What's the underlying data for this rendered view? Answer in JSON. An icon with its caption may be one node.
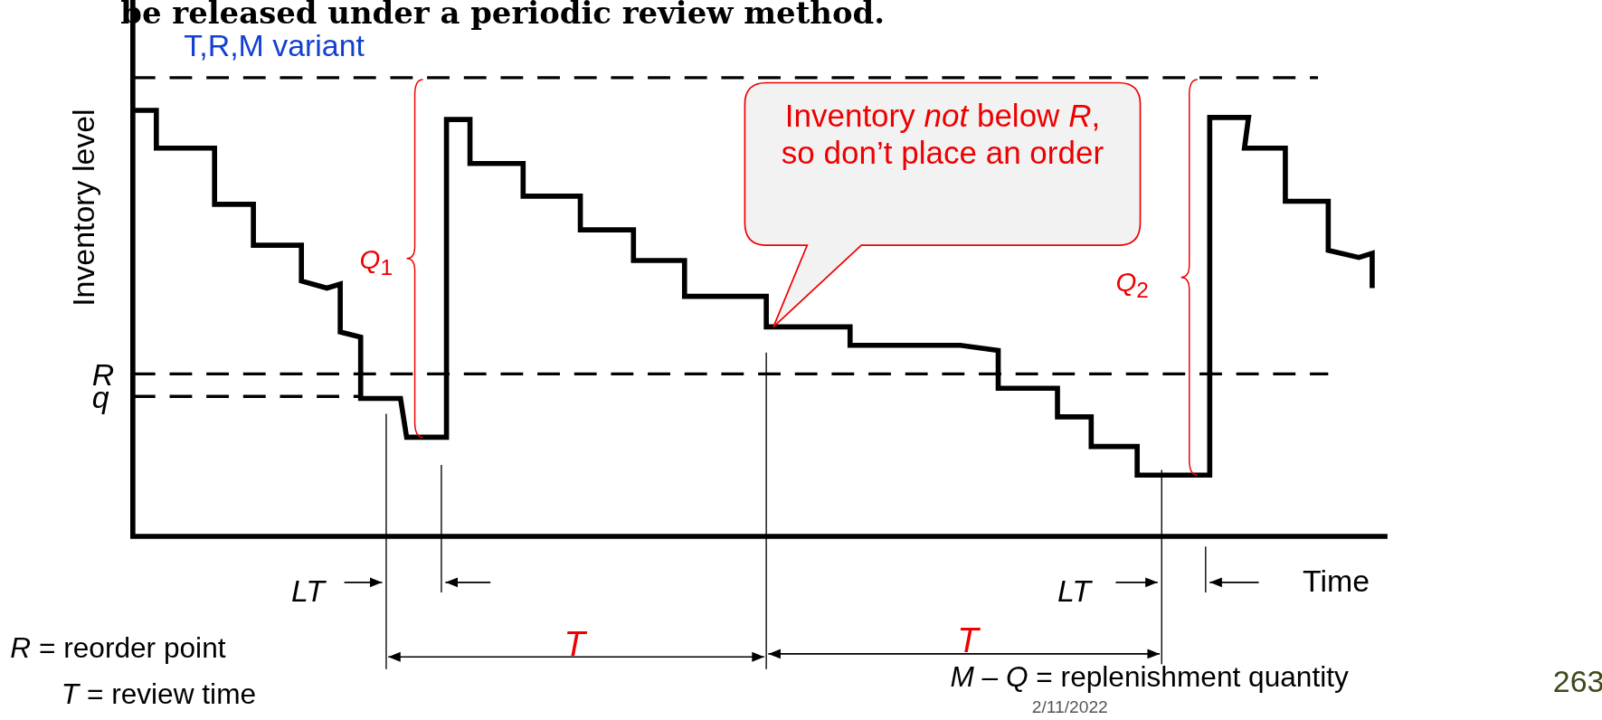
{
  "diagram": {
    "title": "be released under a periodic review method.",
    "nodes": [
      {
        "text": [
          "Inventory *not* below *R*, so don’t place an order"
        ]
      }
    ],
    "edges": [],
    "labels": [
      "T,R,M variant",
      "Inventory level",
      "*R*",
      "*q*",
      "*Q*$_{1}$",
      "*Q*$_{2}$",
      "*LT*",
      "*LT*",
      "Time",
      "*T*",
      "*T*",
      "*R* = reorder point",
      "*T* = review time",
      "*M* – *Q* = replenishment quantity",
      "2/11/2022",
      "263"
    ]
  }
}
